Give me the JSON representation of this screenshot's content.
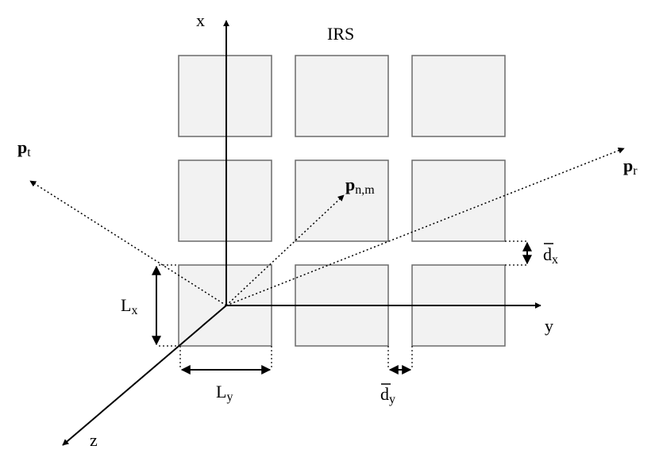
{
  "labels": {
    "surface": "IRS",
    "axis_x": "x",
    "axis_y": "y",
    "axis_z": "z",
    "transmitter": "p",
    "transmitter_sub": "t",
    "receiver": "p",
    "receiver_sub": "r",
    "element": "p",
    "element_sub": "n,m",
    "length_x": "L",
    "length_x_sub": "x",
    "length_y": "L",
    "length_y_sub": "y",
    "gap_x": "d",
    "gap_x_sub": "x",
    "gap_y": "d",
    "gap_y_sub": "y"
  },
  "grid": {
    "rows": 3,
    "cols": 3
  }
}
